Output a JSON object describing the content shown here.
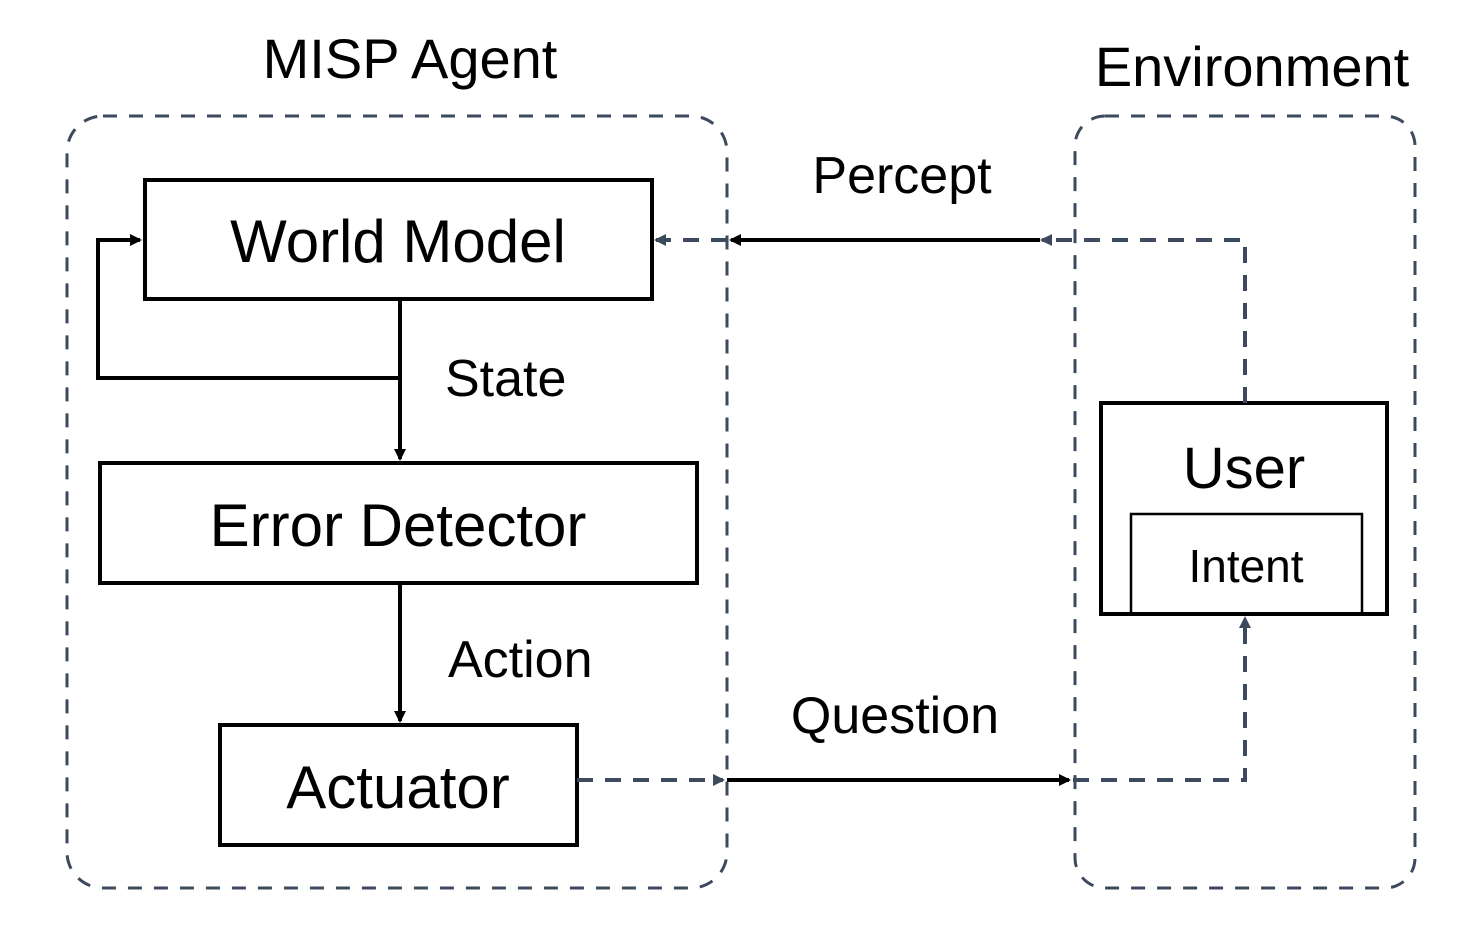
{
  "groups": {
    "agent_title": "MISP Agent",
    "environment_title": "Environment"
  },
  "boxes": {
    "world_model": "World Model",
    "error_detector": "Error Detector",
    "actuator": "Actuator",
    "user": "User",
    "intent": "Intent"
  },
  "edges": {
    "state": "State",
    "action": "Action",
    "percept": "Percept",
    "question": "Question"
  },
  "colors": {
    "dashed": "#3d4a5e",
    "solid": "#000000",
    "background": "#ffffff"
  }
}
